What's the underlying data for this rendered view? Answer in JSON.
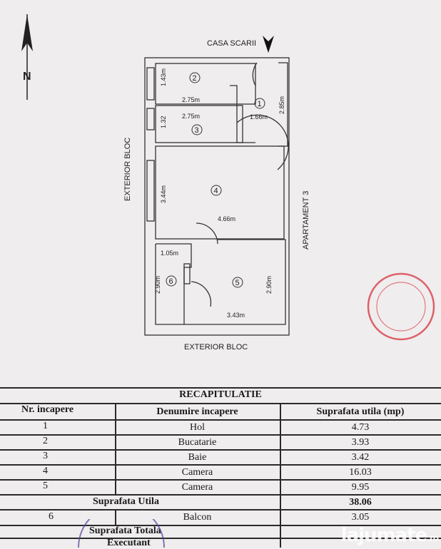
{
  "plan": {
    "north_label": "N",
    "top_label": "CASA SCARII",
    "left_label": "EXTERIOR BLOC",
    "bottom_label": "EXTERIOR BLOC",
    "right_label": "APARTAMENT 3",
    "rooms": [
      "1",
      "2",
      "3",
      "4",
      "5",
      "6"
    ],
    "dimensions": {
      "r2_height": "1.43m",
      "r2_width": "2.75m",
      "r3_width": "2.75m",
      "r1_width": "1.66m",
      "r1_height": "2.85m",
      "r3_height": "1.32",
      "r4_height": "3.44m",
      "r4_width": "4.66m",
      "r6_width": "1.05m",
      "r6_height": "2.90m",
      "r5_height": "2.90m",
      "r5_width": "3.43m"
    }
  },
  "table": {
    "title": "RECAPITULATIE",
    "headers": [
      "Nr. incapere",
      "Denumire incapere",
      "Suprafata utila (mp)"
    ],
    "rows": [
      {
        "nr": "1",
        "name": "Hol",
        "area": "4.73"
      },
      {
        "nr": "2",
        "name": "Bucatarie",
        "area": "3.93"
      },
      {
        "nr": "3",
        "name": "Baie",
        "area": "3.42"
      },
      {
        "nr": "4",
        "name": "Camera",
        "area": "16.03"
      },
      {
        "nr": "5",
        "name": "Camera",
        "area": "9.95"
      }
    ],
    "subtotal_label": "Suprafata Utila",
    "subtotal_value": "38.06",
    "balcony": {
      "nr": "6",
      "name": "Balcon",
      "area": "3.05"
    },
    "total_label": "Suprafata Totala",
    "executant_label": "Executant"
  },
  "watermark": {
    "brand": "lajumate",
    "tld": ".ro"
  }
}
